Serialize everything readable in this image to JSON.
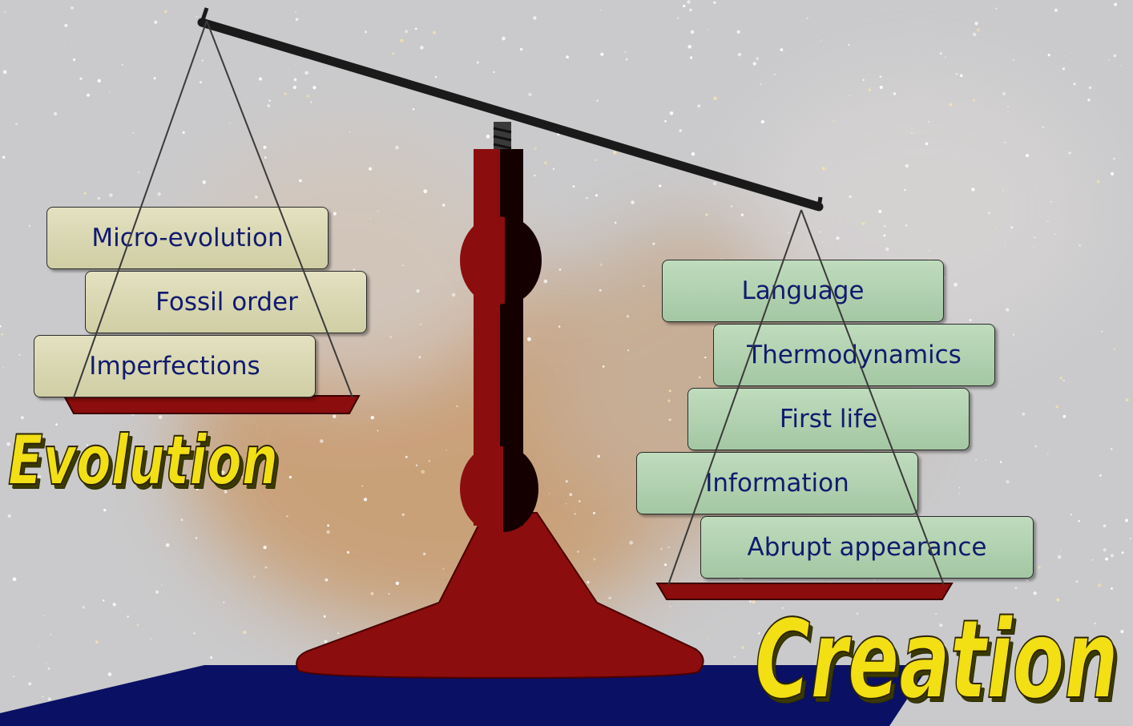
{
  "left_pan": {
    "title": "Evolution",
    "items": [
      "Micro-evolution",
      "Fossil order",
      "Imperfections"
    ]
  },
  "right_pan": {
    "title": "Creation",
    "items": [
      "Language",
      "Thermodynamics",
      "First life",
      "Information",
      "Abrupt appearance"
    ]
  },
  "colors": {
    "scale_red": "#8b0d0d",
    "beam": "#1a1a1a",
    "title_yellow": "#f2df14",
    "text_navy": "#101a6e",
    "left_box": "#d7d5b0",
    "right_box": "#b2d2b0",
    "floor": "#0a1064"
  },
  "icons": [
    "balance-scale-icon"
  ]
}
